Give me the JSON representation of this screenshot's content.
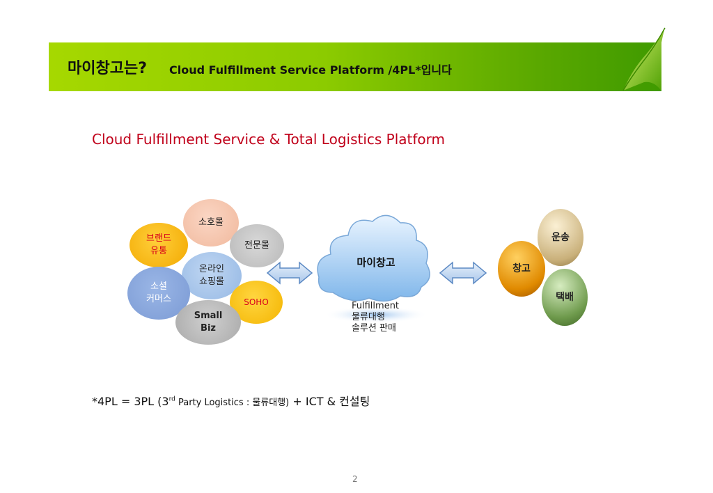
{
  "header": {
    "title_main": "마이창고는?",
    "title_sub": "Cloud Fulfillment Service Platform /4PL*입니다"
  },
  "subtitle": "Cloud Fulfillment Service & Total Logistics Platform",
  "left_bubbles": {
    "soho_mall": "소호몰",
    "brand_line1": "브랜드",
    "brand_line2": "유통",
    "specialty_mall": "전문몰",
    "online_line1": "온라인",
    "online_line2": "쇼핑몰",
    "social_line1": "소셜",
    "social_line2": "커머스",
    "soho": "SOHO",
    "small_line1": "Small",
    "small_line2": "Biz"
  },
  "cloud": {
    "label": "마이창고",
    "line1": "Fulfillment",
    "line2": "물류대행",
    "line3": "솔루션 판매"
  },
  "right_spheres": {
    "transport": "운송",
    "warehouse": "창고",
    "delivery": "택배"
  },
  "footnote": {
    "prefix": "*4PL = 3PL (3",
    "sup": "rd",
    "middle": " Party Logistics : 물류대행)",
    "suffix": " + ICT & 컨설팅"
  },
  "page_number": "2",
  "colors": {
    "accent_red": "#c0001a",
    "banner_green": "#8ccb00"
  }
}
